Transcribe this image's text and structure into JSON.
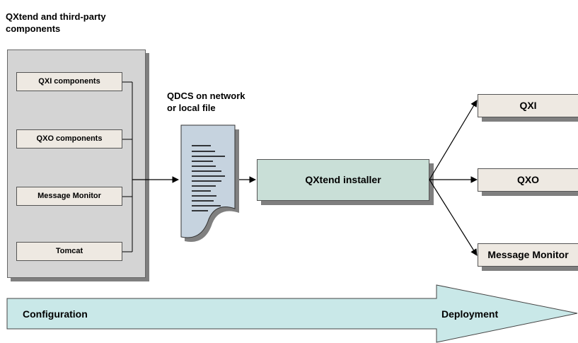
{
  "group_title": "QXtend and third-party\ncomponents",
  "components": [
    {
      "label": "QXI components"
    },
    {
      "label": "QXO components"
    },
    {
      "label": "Message Monitor"
    },
    {
      "label": "Tomcat"
    }
  ],
  "qdcs_label": "QDCS on network\nor local file",
  "installer_label": "QXtend installer",
  "targets": [
    {
      "label": "QXI"
    },
    {
      "label": "QXO"
    },
    {
      "label": "Message Monitor"
    }
  ],
  "flow": {
    "start_label": "Configuration",
    "end_label": "Deployment"
  },
  "colors": {
    "panel": "#d4d4d4",
    "component_box": "#eee9e2",
    "installer": "#c9dfd7",
    "document": "#c6d3df",
    "flow_arrow": "#c9e8e8"
  }
}
